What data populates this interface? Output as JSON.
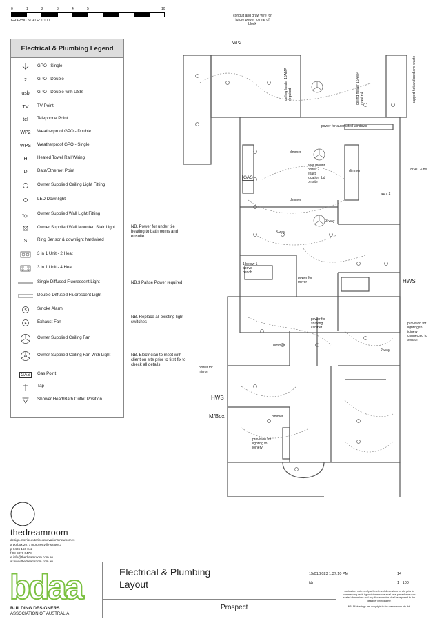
{
  "scale": {
    "numbers": [
      "0",
      "1",
      "2",
      "3",
      "4",
      "5",
      "10"
    ],
    "label": "GRAPHIC SCALE: 1:100"
  },
  "legend": {
    "title": "Electrical & Plumbing Legend",
    "items": [
      {
        "icon": "gpo-single-icon",
        "label": "GPO - Single"
      },
      {
        "icon": "gpo-double-icon",
        "label": "GPO - Double"
      },
      {
        "icon": "gpo-double-usb-icon",
        "label": "GPO - Double with USB"
      },
      {
        "icon": "tv-point-icon",
        "label": "TV Point"
      },
      {
        "icon": "telephone-point-icon",
        "label": "Telephone Point"
      },
      {
        "icon": "weatherproof-gpo-double-icon",
        "label": "Weatherproof GPO - Double"
      },
      {
        "icon": "weatherproof-gpo-single-icon",
        "label": "Weatherproof GPO - Single"
      },
      {
        "icon": "heated-towel-rail-icon",
        "label": "Heated Towel Rail Wiring"
      },
      {
        "icon": "data-ethernet-icon",
        "label": "Data/Ethernet Point"
      },
      {
        "icon": "ceiling-light-icon",
        "label": "Owner Supplied Ceiling Light Fitting"
      },
      {
        "icon": "led-downlight-icon",
        "label": "LED Downlight"
      },
      {
        "icon": "wall-light-icon",
        "label": "Owner Supplied Wall Light Fitting"
      },
      {
        "icon": "stair-light-icon",
        "label": "Owner Supplied Wall Mounted Stair Light"
      },
      {
        "icon": "ring-sensor-icon",
        "label": "Ring Sensor & downlight hardwired"
      },
      {
        "icon": "three-in-one-2-heat-icon",
        "label": "3 in 1 Unit - 2 Heat"
      },
      {
        "icon": "three-in-one-4-heat-icon",
        "label": "3 in 1 Unit - 4 Heat"
      },
      {
        "icon": "single-fluorescent-icon",
        "label": "Single Diffused Fluorescent Light"
      },
      {
        "icon": "double-fluorescent-icon",
        "label": "Double Diffused Fluorescent Light"
      },
      {
        "icon": "smoke-alarm-icon",
        "label": "Smoke Alarm"
      },
      {
        "icon": "exhaust-fan-icon",
        "label": "Exhaust Fan"
      },
      {
        "icon": "ceiling-fan-icon",
        "label": "Owner Supplied Ceiling Fan"
      },
      {
        "icon": "ceiling-fan-light-icon",
        "label": "Owner Supplied Ceiling Fan With Light"
      },
      {
        "icon": "gas-point-icon",
        "label": "Gas Point"
      },
      {
        "icon": "tap-icon",
        "label": "Tap"
      },
      {
        "icon": "shower-head-icon",
        "label": "Shower Head/Bath Outlet Position"
      }
    ],
    "symbols": {
      "gpo_double": "2",
      "gpo_usb": "usb",
      "tv": "TV",
      "tel": "tel",
      "wp2": "WP2",
      "wps": "WPS",
      "htr": "H",
      "data": "D",
      "ring": "S",
      "gas": "GAS",
      "smoke": "S",
      "exhaust": "F"
    }
  },
  "notes": {
    "nb1": "NB. Power for under tile heating to bathrooms and ensuite",
    "nb2": "NB.3 Pahse Power required",
    "nb3": "NB. Replace all existing light switches",
    "nb4": "NB. Electrician to meet with client on site prior to first fix to check all details",
    "conduit": "conduit and draw wire for future power to rear of block",
    "capped": "capped hot and cold and waste",
    "heater1": "ceiling heater 15AMP required",
    "heater2": "ceiling heater 15AMP required",
    "automated_windows": "power for automated windows",
    "floor_mount": "floor mount power - exact location tbd on site",
    "dimmer1": "dimmer",
    "dimmer2": "dimmer",
    "dimmer3": "dimmer",
    "dimmer4": "dimmer",
    "dimmer5": "dimmer",
    "threeway1": "3-way",
    "threeway2": "3-way",
    "threeway3": "2-way",
    "ac": "for AC & tw",
    "below_bench": "1 below 1 above bench",
    "mirror1": "power for mirror",
    "mirror2": "power for mirror",
    "shaving": "power for shaving cabinet",
    "provision1": "provision for lighting to joinery connected to sensor",
    "provision2": "provision for lighting to joinery",
    "hws1": "HWS",
    "hws2": "HWS",
    "mbox": "M/Box",
    "gas": "GAS",
    "wp": "WP2",
    "wp_x2": "wp x 2"
  },
  "brand": {
    "name": "thedreamroom",
    "tagline": "design.interior.exterior.renovations.newhomes",
    "contacts": [
      "a  po box 2077 morphettville sa 5043",
      "p  0406 156 042",
      "f  08 8376 6478",
      "e  info@thedreamroom.com.au",
      "w  www.thedreamroom.com.au"
    ],
    "assoc_logo": "bdaa",
    "assoc_name": "BUILDING DESIGNERS",
    "assoc_name2": "ASSOCIATION OF AUSTRALIA"
  },
  "title_block": {
    "title1": "Electrical & Plumbing",
    "title2": "Layout",
    "date": "15/01/2023 1:37:10 PM",
    "drawn": "tdr",
    "sheet": "14",
    "scale": "1 : 100",
    "suburb": "Prospect",
    "disclaimer": "contractors note: verify all levels and dimensions on site prior to commencing work. figured dimensions shall take precedence over scaled dimensions and any discrepancies shall be reported to the designer immediately.",
    "copyright": "NB. All drawings are copyright to the dream room pty. ltd."
  },
  "colors": {
    "line": "#555555",
    "logo_green": "#7cc142"
  }
}
